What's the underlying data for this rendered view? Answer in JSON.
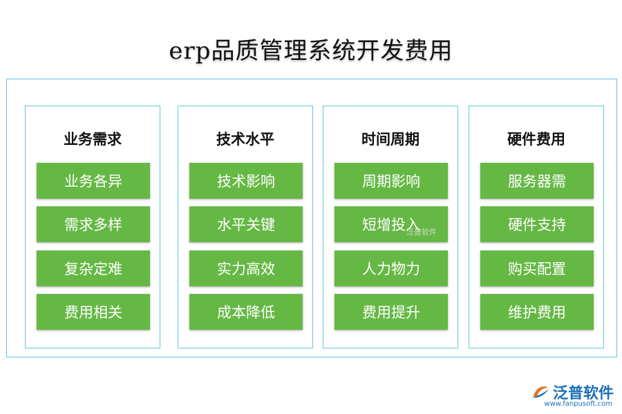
{
  "title": "erp品质管理系统开发费用",
  "columns": [
    {
      "heading": "业务需求",
      "items": [
        "业务各异",
        "需求多样",
        "复杂定难",
        "费用相关"
      ]
    },
    {
      "heading": "技术水平",
      "items": [
        "技术影响",
        "水平关键",
        "实力高效",
        "成本降低"
      ]
    },
    {
      "heading": "时间周期",
      "items": [
        "周期影响",
        "短增投入",
        "人力物力",
        "费用提升"
      ]
    },
    {
      "heading": "硬件费用",
      "items": [
        "服务器需",
        "硬件支持",
        "购买配置",
        "维护费用"
      ]
    }
  ],
  "colors": {
    "border": "#5ec8e0",
    "box": "#66b845",
    "logo": "#1b6fb5"
  },
  "logo": {
    "text": "泛普软件",
    "url": "www.fanpusoft.com",
    "icon": "fanpu-logo-icon"
  },
  "watermark": "泛普软件"
}
